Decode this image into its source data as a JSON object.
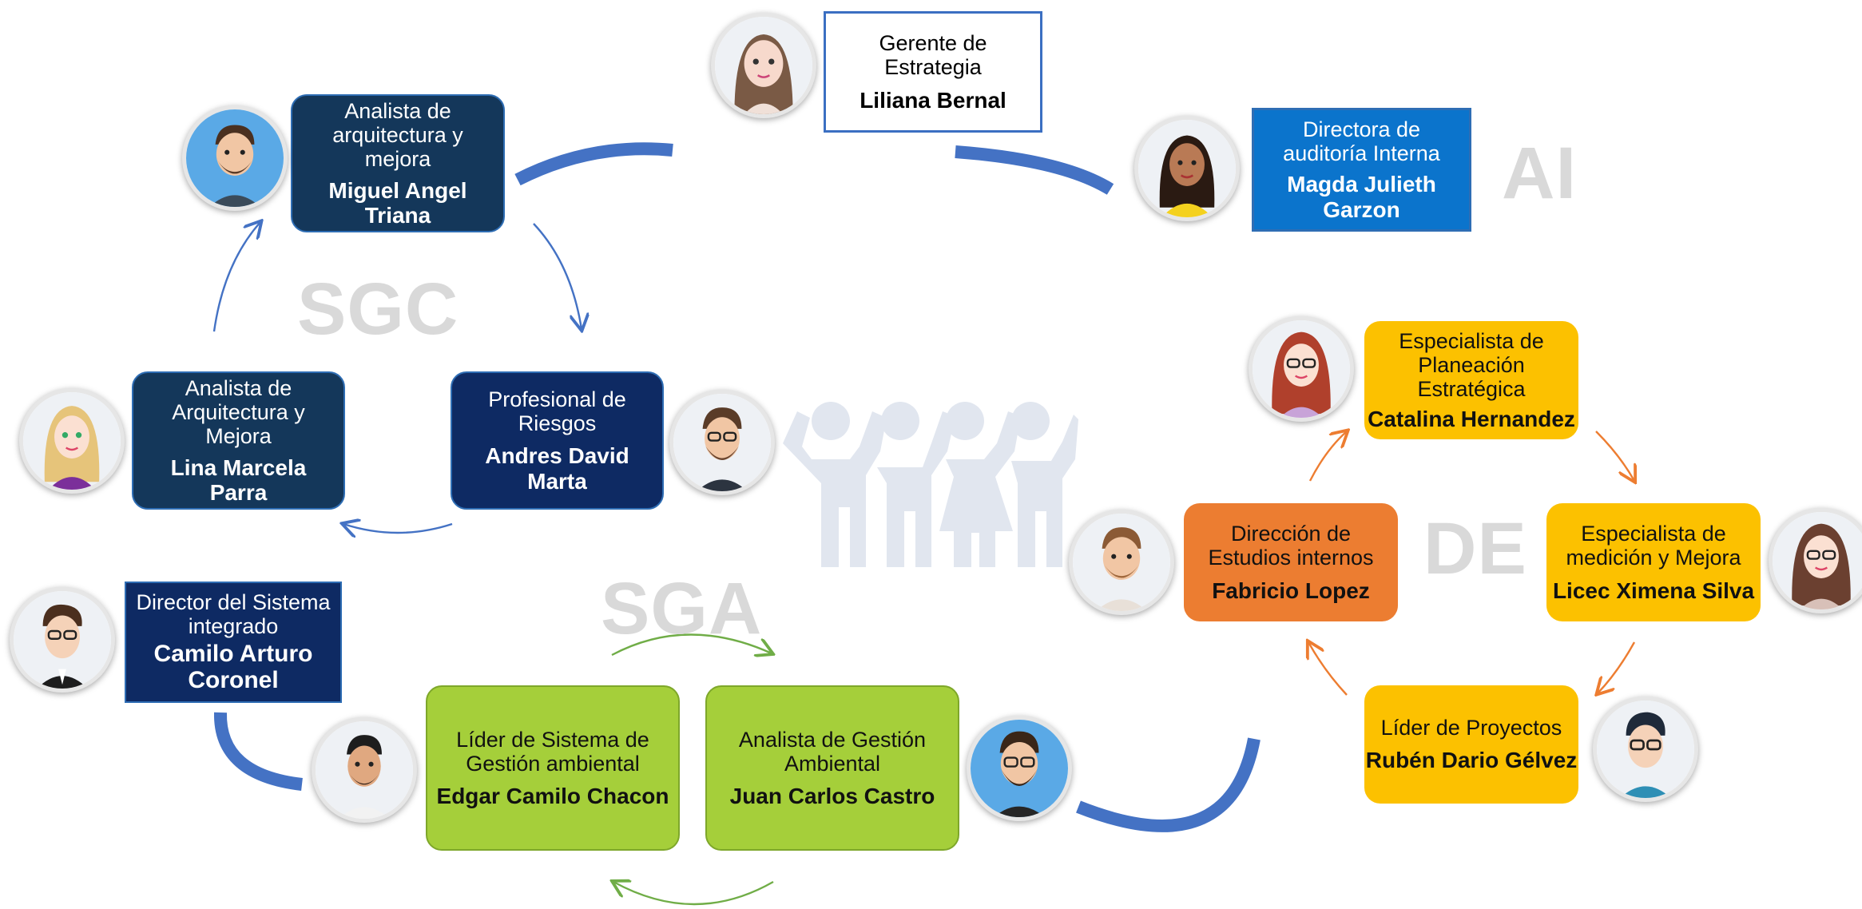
{
  "groups": {
    "sgc": "SGC",
    "sga": "SGA",
    "de": "DE",
    "ai": "AI"
  },
  "nodes": {
    "gerente": {
      "role": "Gerente de Estrategia",
      "name": "Liliana Bernal"
    },
    "directora_auditoria": {
      "role": "Directora de auditoría Interna",
      "name": "Magda Julieth Garzon"
    },
    "analista_miguel": {
      "role": "Analista de arquitectura y mejora",
      "name": "Miguel Angel Triana"
    },
    "analista_lina": {
      "role": "Analista de Arquitectura y Mejora",
      "name": "Lina Marcela Parra"
    },
    "profesional_riesgos": {
      "role": "Profesional de Riesgos",
      "name": "Andres David Marta"
    },
    "director_sistema": {
      "role": "Director del Sistema integrado",
      "name": "Camilo Arturo Coronel"
    },
    "lider_sga": {
      "role": "Líder de Sistema de Gestión ambiental",
      "name": "Edgar Camilo Chacon"
    },
    "analista_sga": {
      "role": "Analista de Gestión Ambiental",
      "name": "Juan Carlos Castro"
    },
    "especialista_planeacion": {
      "role": "Especialista de Planeación Estratégica",
      "name": "Catalina Hernandez"
    },
    "direccion_estudios": {
      "role": "Dirección de Estudios internos",
      "name": "Fabricio Lopez"
    },
    "especialista_medicion": {
      "role": "Especialista de medición y Mejora",
      "name": "Licec Ximena Silva"
    },
    "lider_proyectos": {
      "role": "Líder de Proyectos",
      "name": "Rubén Dario Gélvez"
    }
  },
  "colors": {
    "dark_box": "#14375a",
    "navy_box": "#0e2a63",
    "blue_box": "#0b74cc",
    "green_box": "#a5cf3a",
    "yellow_box": "#fcc100",
    "orange_box": "#ec7d31",
    "connector_blue": "#4472c4",
    "arrow_green": "#70ad47",
    "arrow_orange": "#ed7d31",
    "group_label": "#d9d9d9"
  },
  "icons": {
    "center": "people-group-icon",
    "avatars": "person-avatar-icon"
  }
}
